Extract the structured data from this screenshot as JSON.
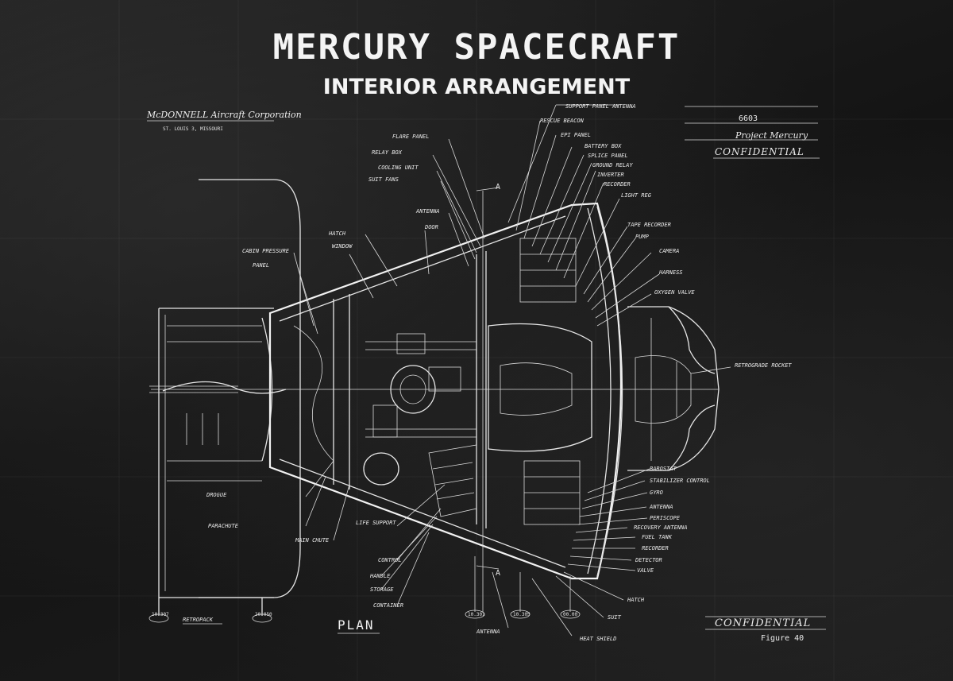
{
  "title": "MERCURY SPACECRAFT",
  "subtitle": "INTERIOR ARRANGEMENT",
  "company": {
    "logo_text": "McDONNELL Aircraft Corporation",
    "location": "ST. LOUIS 3, MISSOURI"
  },
  "title_block": {
    "model": "Project Mercury",
    "report": "6603",
    "classification": "CONFIDENTIAL"
  },
  "view_label": "PLAN",
  "bottom_classification": "CONFIDENTIAL",
  "figure_label": "Figure 40",
  "section_markers": [
    "A",
    "A"
  ],
  "station_markers": [
    "10.307",
    "20.050",
    "10.301",
    "10.305",
    "00.00"
  ],
  "colors": {
    "background": "#171717",
    "line": "#e6e6e6",
    "text": "#f4f4f4"
  }
}
